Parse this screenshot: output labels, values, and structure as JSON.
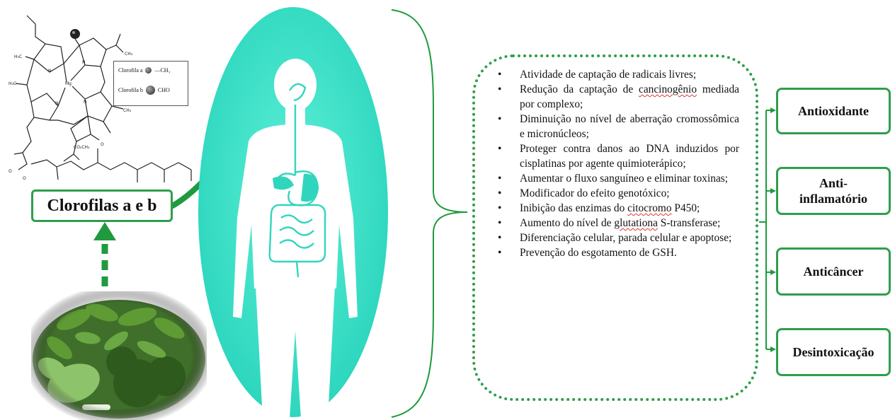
{
  "structure": {
    "legend": [
      {
        "label": "Clorofila a",
        "group": "—CH₃"
      },
      {
        "label": "Clorofila b",
        "group": "CHO"
      }
    ]
  },
  "source": {
    "label": "Clorofilas a e b",
    "image": "leafy-vegetables"
  },
  "body": {
    "image": "human-body-digestive-system",
    "oval_color": "#3fe0c8"
  },
  "benefits": [
    {
      "pre": "Atividade de captação de radicais livres;"
    },
    {
      "pre": "Redução da captação de ",
      "mark": "cancinogênio",
      "post": " mediada por complexo;"
    },
    {
      "pre": "Diminuição no nível de aberração cromossômica e micronúcleos;"
    },
    {
      "pre": "Proteger contra danos ao DNA induzidos por cisplatinas por agente quimioterápico;"
    },
    {
      "pre": "Aumentar o fluxo sanguíneo e eliminar toxinas;"
    },
    {
      "pre": "Modificador do efeito genotóxico;"
    },
    {
      "pre": "Inibição das enzimas do ",
      "mark": "citocromo",
      "post": " P450;"
    },
    {
      "pre": "Aumento do nível de ",
      "mark": "glutationa",
      "post": " S-transferase;"
    },
    {
      "pre": "Diferenciação celular, parada celular e apoptose;"
    },
    {
      "pre": "Prevenção do esgotamento de GSH."
    }
  ],
  "effects": [
    "Antioxidante",
    "Anti-inflamatório",
    "Anticâncer",
    "Desintoxicação"
  ],
  "colors": {
    "accent": "#2e9e4c",
    "oval": "#3fe0c8"
  }
}
